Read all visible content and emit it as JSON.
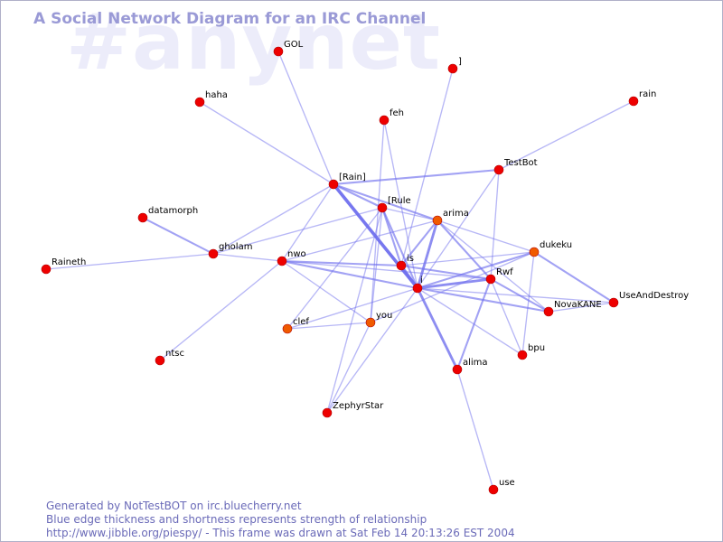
{
  "watermark": "#anynet",
  "title": "A Social Network Diagram for an IRC Channel",
  "footer": {
    "line1": "Generated by NotTestBOT on irc.bluecherry.net",
    "line2": "Blue edge thickness and shortness represents strength of relationship",
    "line3": "http://www.jibble.org/piespy/ - This frame was drawn at Sat Feb 14 20:13:26 EST 2004"
  },
  "colors": {
    "node_red": "#ee0000",
    "node_orange": "#f05a00",
    "edge": "#7070ee",
    "title": "#9a9ad6",
    "watermark": "#ececfa",
    "footer": "#6a6ab8"
  },
  "nodes": [
    {
      "id": "GOL",
      "label": "GOL",
      "color": "red"
    },
    {
      "id": "]",
      "label": "]",
      "color": "red"
    },
    {
      "id": "haha",
      "label": "haha",
      "color": "red"
    },
    {
      "id": "rain",
      "label": "rain",
      "color": "red"
    },
    {
      "id": "feh",
      "label": "feh",
      "color": "red"
    },
    {
      "id": "TestBot",
      "label": "TestBot",
      "color": "red"
    },
    {
      "id": "[Rain]",
      "label": "[Rain]",
      "color": "red"
    },
    {
      "id": "[Rule",
      "label": "[Rule",
      "color": "red"
    },
    {
      "id": "arima",
      "label": "arima",
      "color": "orange"
    },
    {
      "id": "datamorph",
      "label": "datamorph",
      "color": "red"
    },
    {
      "id": "gholam",
      "label": "gholam",
      "color": "red"
    },
    {
      "id": "nwo",
      "label": "nwo",
      "color": "red"
    },
    {
      "id": "dukeku",
      "label": "dukeku",
      "color": "orange"
    },
    {
      "id": "is",
      "label": "is",
      "color": "red"
    },
    {
      "id": "Raineth",
      "label": "Raineth",
      "color": "red"
    },
    {
      "id": "Rwf",
      "label": "Rwf",
      "color": "red"
    },
    {
      "id": "i",
      "label": "i",
      "color": "red"
    },
    {
      "id": "UseAndDestroy",
      "label": "UseAndDestroy",
      "color": "red"
    },
    {
      "id": "NovaKANE",
      "label": "NovaKANE",
      "color": "red"
    },
    {
      "id": "clef",
      "label": "clef",
      "color": "orange"
    },
    {
      "id": "you",
      "label": "you",
      "color": "orange"
    },
    {
      "id": "ntsc",
      "label": "ntsc",
      "color": "red"
    },
    {
      "id": "bpu",
      "label": "bpu",
      "color": "red"
    },
    {
      "id": "alima",
      "label": "alima",
      "color": "red"
    },
    {
      "id": "ZephyrStar",
      "label": "ZephyrStar",
      "color": "red"
    },
    {
      "id": "use",
      "label": "use",
      "color": "red"
    }
  ],
  "edges": [
    {
      "source": "GOL",
      "target": "[Rain]",
      "strength": 1
    },
    {
      "source": "haha",
      "target": "[Rain]",
      "strength": 1
    },
    {
      "source": "]",
      "target": "is",
      "strength": 1
    },
    {
      "source": "feh",
      "target": "i",
      "strength": 1
    },
    {
      "source": "feh",
      "target": "you",
      "strength": 1
    },
    {
      "source": "rain",
      "target": "TestBot",
      "strength": 1
    },
    {
      "source": "TestBot",
      "target": "[Rain]",
      "strength": 2
    },
    {
      "source": "TestBot",
      "target": "i",
      "strength": 1
    },
    {
      "source": "TestBot",
      "target": "Rwf",
      "strength": 1
    },
    {
      "source": "[Rain]",
      "target": "[Rule",
      "strength": 2
    },
    {
      "source": "[Rain]",
      "target": "arima",
      "strength": 2
    },
    {
      "source": "[Rain]",
      "target": "i",
      "strength": 4
    },
    {
      "source": "[Rain]",
      "target": "gholam",
      "strength": 1
    },
    {
      "source": "[Rain]",
      "target": "nwo",
      "strength": 1
    },
    {
      "source": "[Rule",
      "target": "arima",
      "strength": 1
    },
    {
      "source": "[Rule",
      "target": "i",
      "strength": 2
    },
    {
      "source": "[Rule",
      "target": "is",
      "strength": 2
    },
    {
      "source": "[Rule",
      "target": "clef",
      "strength": 1
    },
    {
      "source": "[Rule",
      "target": "you",
      "strength": 1
    },
    {
      "source": "[Rule",
      "target": "ZephyrStar",
      "strength": 1
    },
    {
      "source": "arima",
      "target": "i",
      "strength": 3
    },
    {
      "source": "arima",
      "target": "is",
      "strength": 2
    },
    {
      "source": "arima",
      "target": "Rwf",
      "strength": 2
    },
    {
      "source": "arima",
      "target": "nwo",
      "strength": 1
    },
    {
      "source": "arima",
      "target": "NovaKANE",
      "strength": 1
    },
    {
      "source": "arima",
      "target": "dukeku",
      "strength": 1
    },
    {
      "source": "datamorph",
      "target": "gholam",
      "strength": 2
    },
    {
      "source": "Raineth",
      "target": "gholam",
      "strength": 1
    },
    {
      "source": "gholam",
      "target": "nwo",
      "strength": 1
    },
    {
      "source": "gholam",
      "target": "[Rule",
      "strength": 1
    },
    {
      "source": "ntsc",
      "target": "nwo",
      "strength": 1
    },
    {
      "source": "nwo",
      "target": "is",
      "strength": 2
    },
    {
      "source": "nwo",
      "target": "i",
      "strength": 2
    },
    {
      "source": "nwo",
      "target": "Rwf",
      "strength": 1
    },
    {
      "source": "nwo",
      "target": "you",
      "strength": 1
    },
    {
      "source": "dukeku",
      "target": "i",
      "strength": 2
    },
    {
      "source": "dukeku",
      "target": "is",
      "strength": 1
    },
    {
      "source": "dukeku",
      "target": "bpu",
      "strength": 1
    },
    {
      "source": "dukeku",
      "target": "UseAndDestroy",
      "strength": 2
    },
    {
      "source": "dukeku",
      "target": "you",
      "strength": 1
    },
    {
      "source": "is",
      "target": "i",
      "strength": 3
    },
    {
      "source": "is",
      "target": "Rwf",
      "strength": 2
    },
    {
      "source": "Rwf",
      "target": "i",
      "strength": 3
    },
    {
      "source": "Rwf",
      "target": "alima",
      "strength": 2
    },
    {
      "source": "Rwf",
      "target": "NovaKANE",
      "strength": 2
    },
    {
      "source": "Rwf",
      "target": "bpu",
      "strength": 1
    },
    {
      "source": "i",
      "target": "alima",
      "strength": 3
    },
    {
      "source": "i",
      "target": "NovaKANE",
      "strength": 2
    },
    {
      "source": "i",
      "target": "UseAndDestroy",
      "strength": 1
    },
    {
      "source": "i",
      "target": "clef",
      "strength": 1
    },
    {
      "source": "i",
      "target": "ZephyrStar",
      "strength": 1
    },
    {
      "source": "i",
      "target": "bpu",
      "strength": 1
    },
    {
      "source": "clef",
      "target": "you",
      "strength": 1
    },
    {
      "source": "you",
      "target": "ZephyrStar",
      "strength": 1
    },
    {
      "source": "alima",
      "target": "use",
      "strength": 1
    },
    {
      "source": "NovaKANE",
      "target": "UseAndDestroy",
      "strength": 1
    }
  ]
}
